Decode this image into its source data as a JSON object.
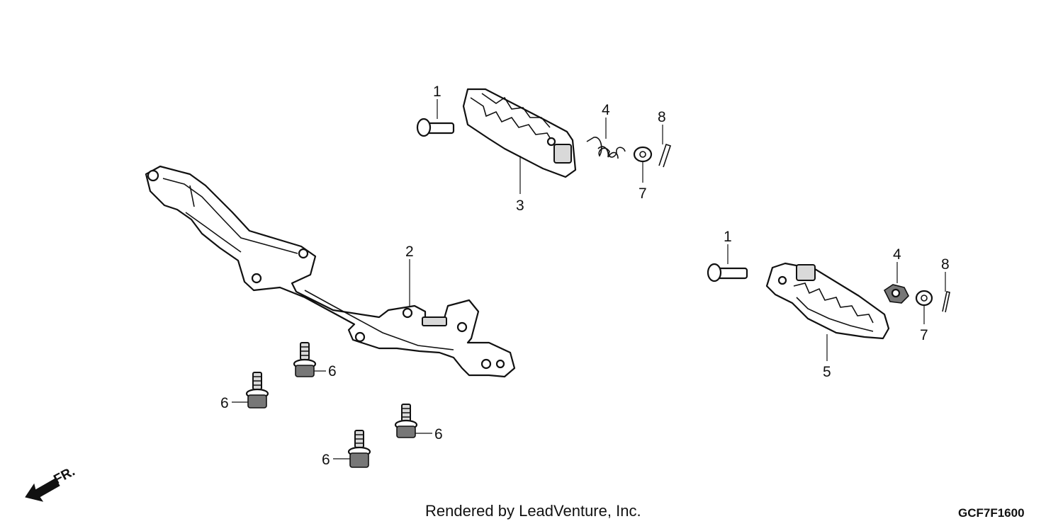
{
  "diagram": {
    "callouts": [
      {
        "id": "c1a",
        "label": "1"
      },
      {
        "id": "c3",
        "label": "3"
      },
      {
        "id": "c4a",
        "label": "4"
      },
      {
        "id": "c8a",
        "label": "8"
      },
      {
        "id": "c7a",
        "label": "7"
      },
      {
        "id": "c2",
        "label": "2"
      },
      {
        "id": "c1b",
        "label": "1"
      },
      {
        "id": "c4b",
        "label": "4"
      },
      {
        "id": "c8b",
        "label": "8"
      },
      {
        "id": "c7b",
        "label": "7"
      },
      {
        "id": "c5",
        "label": "5"
      },
      {
        "id": "c6a",
        "label": "6"
      },
      {
        "id": "c6b",
        "label": "6"
      },
      {
        "id": "c6c",
        "label": "6"
      },
      {
        "id": "c6d",
        "label": "6"
      }
    ],
    "front_indicator": "FR.",
    "credit": "Rendered by LeadVenture, Inc.",
    "diagram_code": "GCF7F1600"
  }
}
